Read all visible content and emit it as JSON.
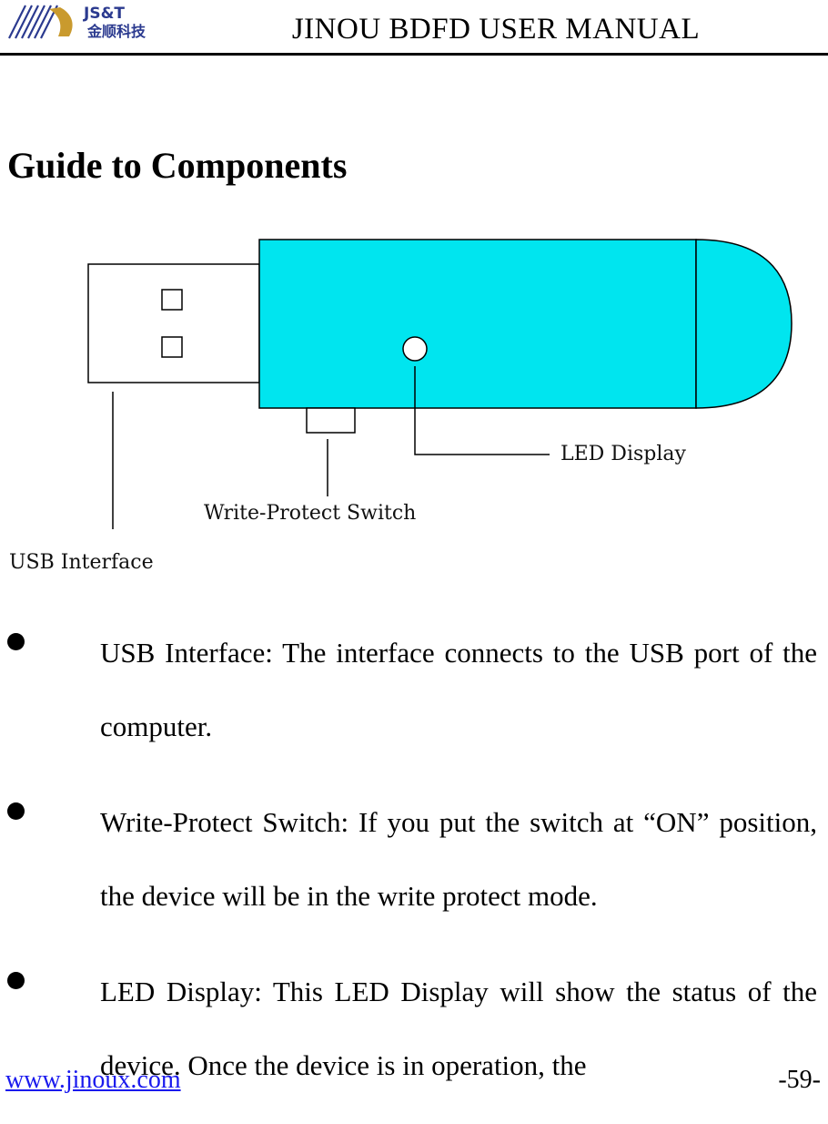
{
  "header": {
    "logo_text_top": "JS&T",
    "logo_text_bottom": "金顺科技",
    "title": "JINOU BDFD USER MANUAL"
  },
  "section": {
    "title": "Guide to Components"
  },
  "diagram": {
    "labels": {
      "usb": "USB Interface",
      "switch": "Write-Protect Switch",
      "led": "LED Display"
    },
    "colors": {
      "body": "#00e5ef",
      "outline": "#000000"
    }
  },
  "bullets": [
    {
      "text": "USB Interface: The interface connects to the USB port of the computer."
    },
    {
      "text": "Write-Protect Switch: If you put the switch at “ON” position, the device will be in the write protect mode."
    },
    {
      "text": "LED Display: This LED Display will show the status of the device. Once the device is in operation, the"
    }
  ],
  "footer": {
    "link": "www.jinoux.com",
    "page": "-59-"
  }
}
